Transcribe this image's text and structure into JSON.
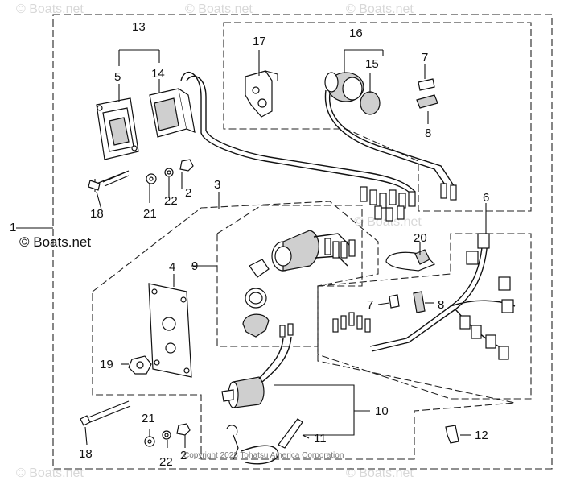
{
  "watermarks": {
    "main": "© Boats.net",
    "faded": "© Boats.net"
  },
  "copyright": "Copyright 2023 Tohatsu America Corporation",
  "callouts": {
    "c1": "1",
    "c2a": "2",
    "c2b": "2",
    "c3": "3",
    "c4": "4",
    "c5": "5",
    "c6": "6",
    "c7a": "7",
    "c7b": "7",
    "c8a": "8",
    "c8b": "8",
    "c9": "9",
    "c10": "10",
    "c11": "11",
    "c12": "12",
    "c13": "13",
    "c14": "14",
    "c15": "15",
    "c16": "16",
    "c17": "17",
    "c18a": "18",
    "c18b": "18",
    "c19": "19",
    "c20": "20",
    "c21a": "21",
    "c21b": "21",
    "c22a": "22",
    "c22b": "22"
  }
}
